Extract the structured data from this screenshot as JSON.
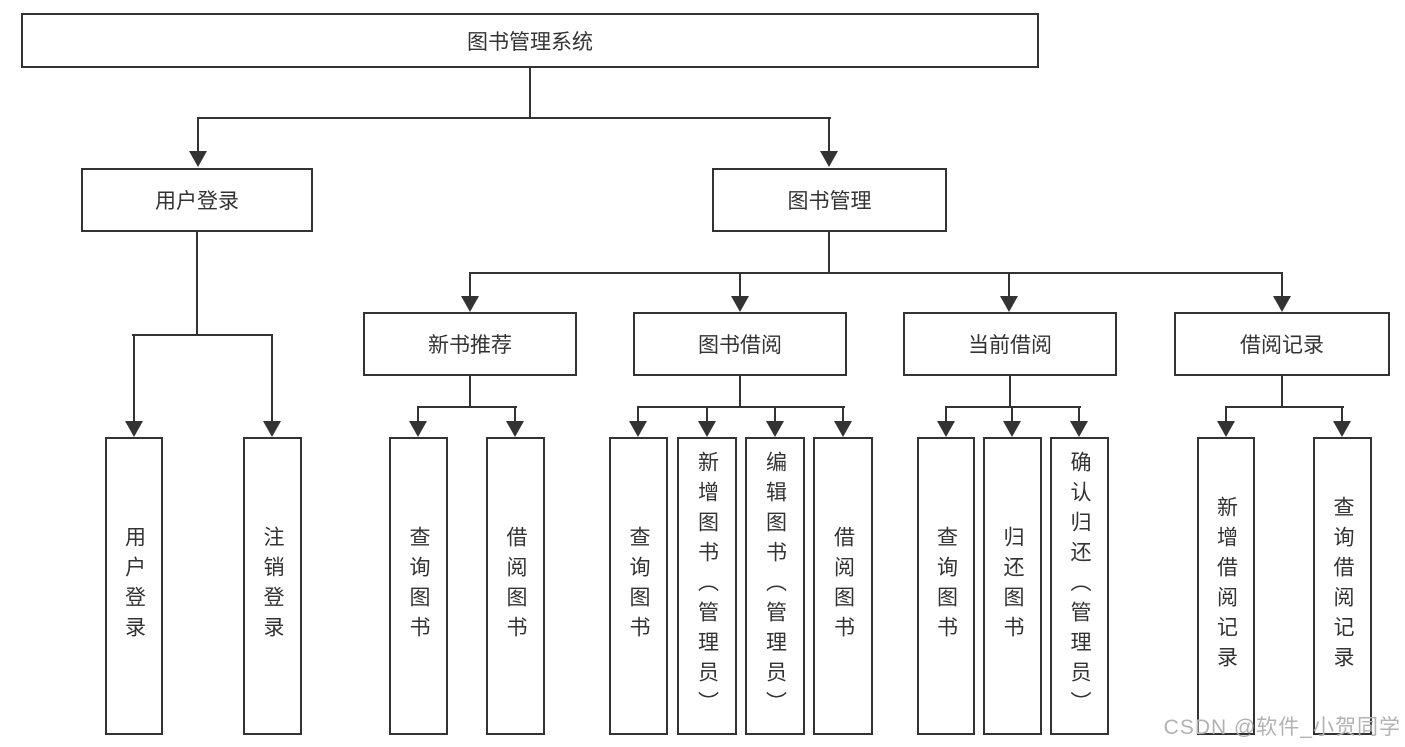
{
  "tree": {
    "root": {
      "label": "图书管理系统",
      "children": [
        {
          "label": "用户登录",
          "children": [
            {
              "label": "用户登录"
            },
            {
              "label": "注销登录"
            }
          ]
        },
        {
          "label": "图书管理",
          "children": [
            {
              "label": "新书推荐",
              "children": [
                {
                  "label": "查询图书"
                },
                {
                  "label": "借阅图书"
                }
              ]
            },
            {
              "label": "图书借阅",
              "children": [
                {
                  "label": "查询图书"
                },
                {
                  "label": "新增图书（管理员）"
                },
                {
                  "label": "编辑图书（管理员）"
                },
                {
                  "label": "借阅图书"
                }
              ]
            },
            {
              "label": "当前借阅",
              "children": [
                {
                  "label": "查询图书"
                },
                {
                  "label": "归还图书"
                },
                {
                  "label": "确认归还（管理员）"
                }
              ]
            },
            {
              "label": "借阅记录",
              "children": [
                {
                  "label": "新增借阅记录"
                },
                {
                  "label": "查询借阅记录"
                }
              ]
            }
          ]
        }
      ]
    }
  },
  "watermark": {
    "text": "CSDN @软件_小贺同学"
  },
  "colors": {
    "line": "#333333",
    "text": "#333333",
    "watermark": "#b2b2b2",
    "background": "#ffffff"
  }
}
